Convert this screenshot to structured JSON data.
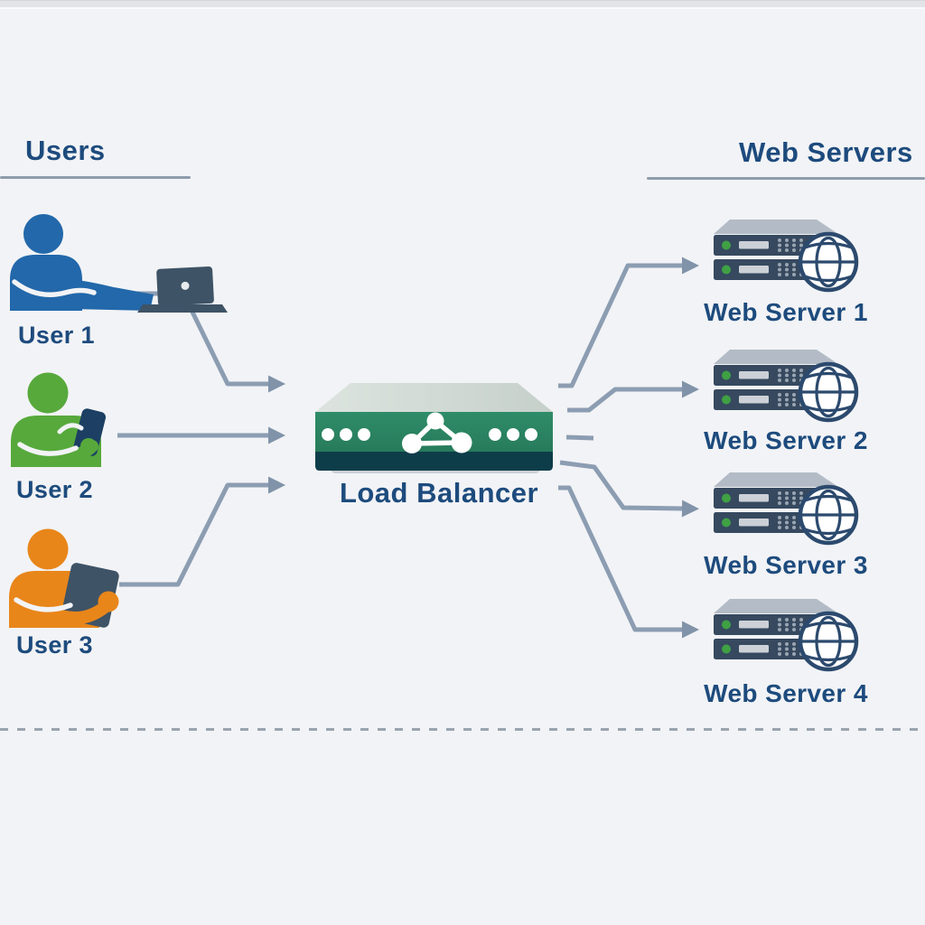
{
  "meta": {
    "background_color": "#f2f3f6",
    "text_color": "#1d4b7d",
    "arrow_color": "#8c9db2",
    "arrowhead_color": "#8093a9",
    "divider_color": "#9aa4af"
  },
  "users_section": {
    "title": "Users",
    "items": [
      {
        "label": "User 1",
        "device": "laptop-icon",
        "person_color": "#2268aa",
        "device_color": "#3e5366"
      },
      {
        "label": "User 2",
        "device": "smartphone-icon",
        "person_color": "#57a93c",
        "device_color": "#1c3f63"
      },
      {
        "label": "User 3",
        "device": "tablet-icon",
        "person_color": "#e8861a",
        "device_color": "#3e5366"
      }
    ]
  },
  "load_balancer": {
    "label": "Load Balancer",
    "body_color": "#2e8c68",
    "body_color_dark": "#27795a",
    "base_color": "#0e3d4a",
    "top_face_color": "#d6ded9",
    "indicator_dots": 6,
    "icon": "network-triangle-icon"
  },
  "web_servers_section": {
    "title": "Web Servers",
    "items": [
      {
        "label": "Web Server 1"
      },
      {
        "label": "Web Server 2"
      },
      {
        "label": "Web Server 3"
      },
      {
        "label": "Web Server 4"
      }
    ],
    "chassis_color": "#36495f",
    "top_face_color": "#b3bcc6",
    "led_color": "#3fa044",
    "slot_color": "#ccd1d7",
    "vent_dot_color": "#9aa5b2",
    "globe_stroke_color": "#2c4a6e"
  },
  "connections": {
    "users_to_lb": [
      "User 1 → Load Balancer",
      "User 2 → Load Balancer",
      "User 3 → Load Balancer"
    ],
    "lb_to_servers": [
      "Load Balancer → Web Server 1",
      "Load Balancer → Web Server 2",
      "Load Balancer → Web Server 3",
      "Load Balancer → Web Server 4"
    ]
  }
}
